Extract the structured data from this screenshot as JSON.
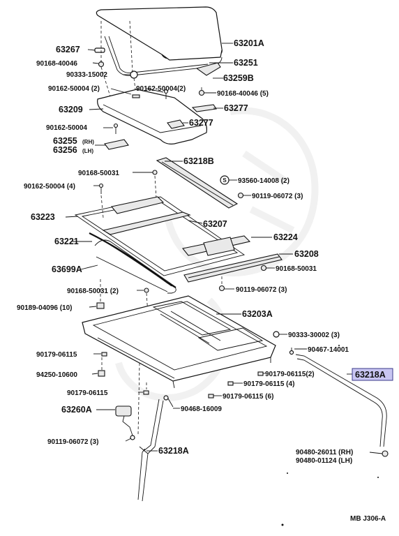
{
  "labels": {
    "p63267": "63267",
    "p63201A": "63201A",
    "p90168_40046_a": "90168-40046",
    "p63251": "63251",
    "p90333_15002": "90333-15002",
    "p63259B": "63259B",
    "p90162_50004_2a": "90162-50004 (2)",
    "p90162_50004_2b": "90162-50004(2)",
    "p90168_40046_5": "90168-40046 (5)",
    "p63209": "63209",
    "p63277_a": "63277",
    "p90162_50004": "90162-50004",
    "p63277_b": "63277",
    "p63255": "63255",
    "p63255_rh": "(RH)",
    "p63256": "63256",
    "p63256_lh": "(LH)",
    "p63218B": "63218B",
    "p90168_50031_a": "90168-50031",
    "p93560_14008": "93560-14008 (2)",
    "p90162_50004_4": "90162-50004 (4)",
    "p90119_06072_3a": "90119-06072 (3)",
    "p63223": "63223",
    "p63207": "63207",
    "p63224": "63224",
    "p63221": "63221",
    "p63208": "63208",
    "p63699A": "63699A",
    "p90168_50031_b": "90168-50031",
    "p90168_50031_2": "90168-50031 (2)",
    "p90119_06072_3b": "90119-06072 (3)",
    "p90189_04096": "90189-04096 (10)",
    "p63203A": "63203A",
    "p90333_30002": "90333-30002 (3)",
    "p90179_06115_a": "90179-06115",
    "p90467_14001": "90467-14001",
    "p94250_10600": "94250-10600",
    "p90179_06115_2": "90179-06115(2)",
    "p63218A_hl": "63218A",
    "p90179_06115_4": "90179-06115 (4)",
    "p90179_06115_b": "90179-06115",
    "p90179_06115_6": "90179-06115 (6)",
    "p63260A": "63260A",
    "p90468_16009": "90468-16009",
    "p90119_06072_3c": "90119-06072 (3)",
    "p63218A": "63218A",
    "p90480_26011": "90480-26011 (RH)",
    "p90480_01124": "90480-01124 (LH)",
    "p93560_symbol": "S",
    "footer_code": "MB J306-A"
  },
  "colors": {
    "highlight_fill": "#c9c6f2",
    "highlight_stroke": "#3a3a8a",
    "line": "#111111"
  }
}
